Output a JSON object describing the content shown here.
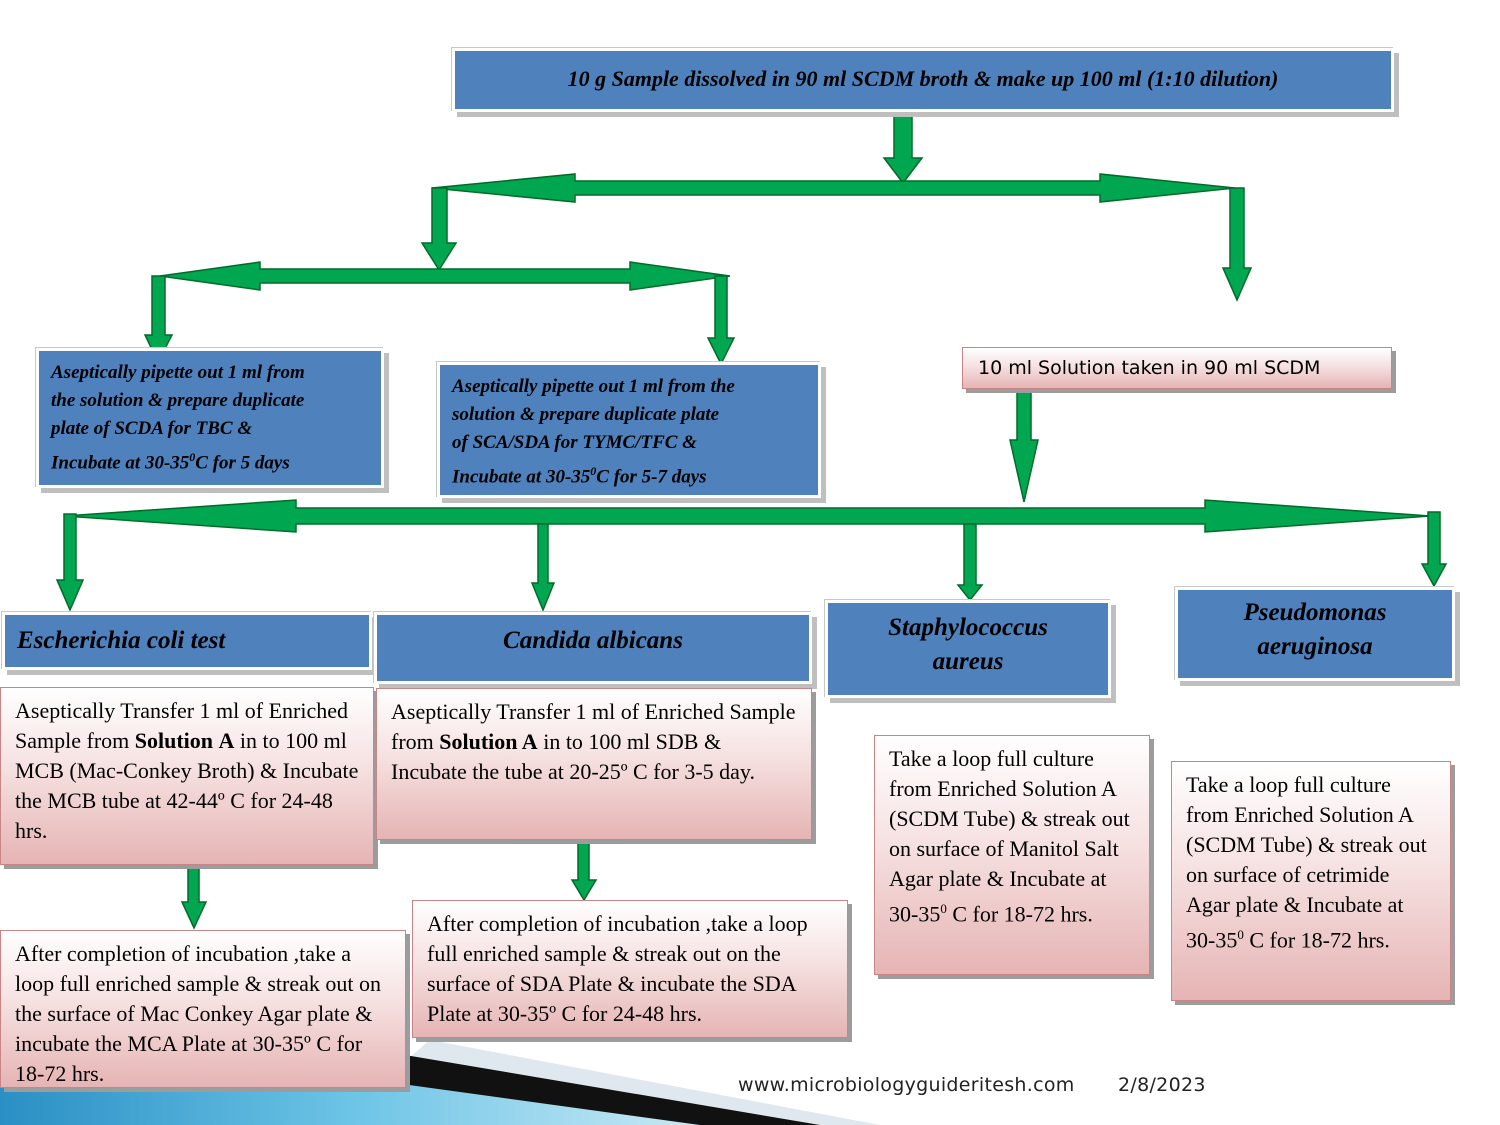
{
  "colors": {
    "box_blue": "#4f81bd",
    "arrow_green": "#00a650",
    "arrow_outline": "#006b2a",
    "note_pink": "#e6b4b4"
  },
  "top_box": {
    "text": "10 g Sample dissolved in 90 ml SCDM broth & make up 100 ml (1:10 dilution)"
  },
  "tbc_box": {
    "line1": "Aseptically pipette out 1 ml from",
    "line2": "the solution  & prepare duplicate",
    "line3": "plate of SCDA for TBC &",
    "line4_pre": "Incubate at 30-35",
    "line4_sup": "0",
    "line4_post": "C for 5 days"
  },
  "tymc_box": {
    "line1": "Aseptically pipette out 1 ml from the",
    "line2": "solution  & prepare duplicate plate",
    "line3": "of SCA/SDA for TYMC/TFC &",
    "line4_pre": "Incubate at 30-35",
    "line4_sup": "0",
    "line4_post": "C for 5-7 days"
  },
  "scdm_box": {
    "text": "10 ml Solution taken in 90 ml SCDM"
  },
  "heads": {
    "ecoli": "Escherichia coli test",
    "candida": "Candida albicans",
    "staph_line1": "Staphylococcus",
    "staph_line2": "aureus",
    "pseudo_line1": "Pseudomonas",
    "pseudo_line2": "aeruginosa"
  },
  "ecoli_step1": {
    "t1": "Aseptically Transfer 1 ml of Enriched Sample from ",
    "bold1": "Solution",
    "bold2": "A",
    "t2": " in to 100 ml MCB (Mac-Conkey Broth) & Incubate the MCB tube at 42-44º C for 24-48 hrs."
  },
  "ecoli_step2": {
    "text": "After completion of incubation ,take a loop full enriched sample & streak out on the surface of Mac Conkey Agar plate & incubate the MCA Plate at 30-35º C for 18-72 hrs."
  },
  "candida_step1": {
    "t1": "Aseptically Transfer 1 ml of Enriched Sample from ",
    "bold": "Solution A",
    "t2": " in to 100 ml SDB & Incubate the tube at 20-25º C for 3-5 day."
  },
  "candida_step2": {
    "text": "After completion of incubation ,take a loop full enriched sample & streak out on the surface of SDA Plate & incubate the SDA Plate at 30-35º C for 24-48 hrs."
  },
  "staph_step": {
    "t1": "Take a loop full culture from Enriched Solution A (SCDM Tube) & streak out on surface of Manitol Salt Agar plate & Incubate at 30-35",
    "sup": "0",
    "t2": " C for 18-72 hrs."
  },
  "pseudo_step": {
    "t1": "Take a loop full culture from Enriched Solution A (SCDM Tube) & streak out on surface of cetrimide Agar plate & Incubate at 30-35",
    "sup": "0",
    "t2": " C for 18-72 hrs."
  },
  "footer": {
    "url": "www.microbiologyguideritesh.com",
    "date": "2/8/2023"
  }
}
